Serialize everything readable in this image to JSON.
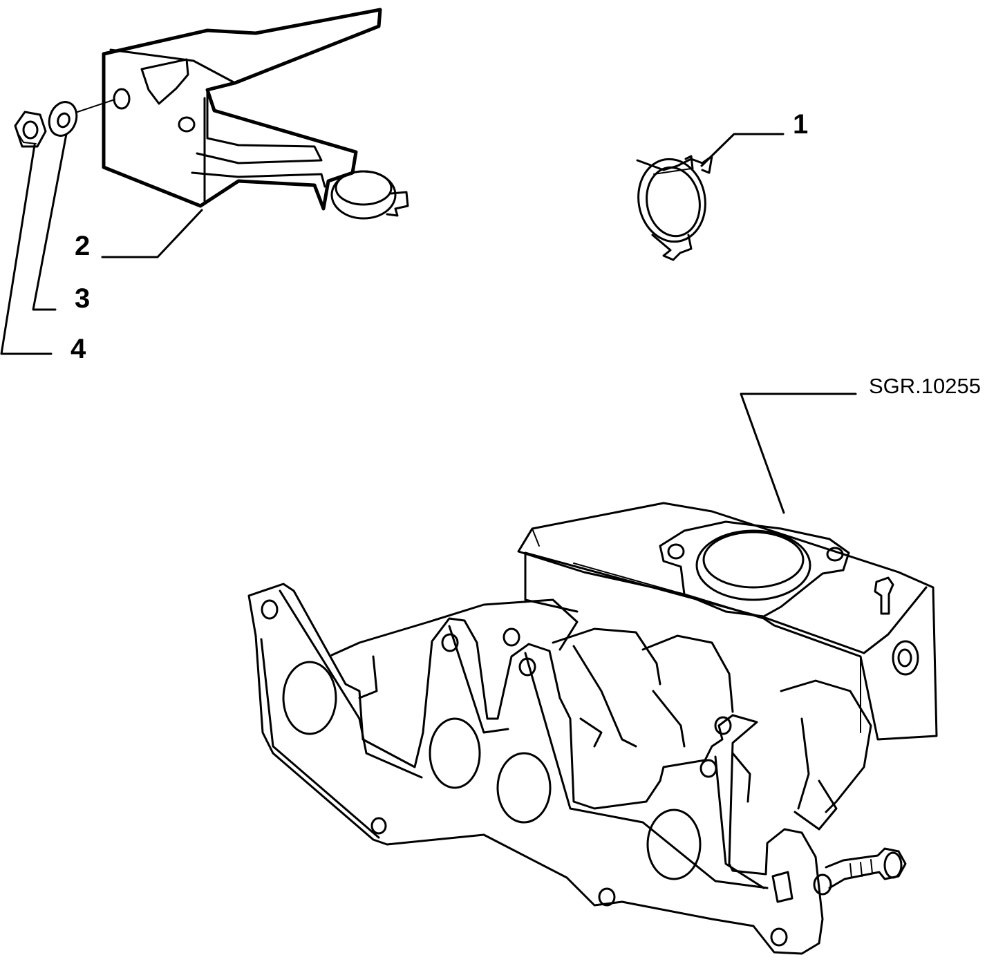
{
  "diagram": {
    "callouts": [
      {
        "id": "1",
        "label": "1"
      },
      {
        "id": "2",
        "label": "2"
      },
      {
        "id": "3",
        "label": "3"
      },
      {
        "id": "4",
        "label": "4"
      }
    ],
    "reference_code": "SGR.10255"
  }
}
